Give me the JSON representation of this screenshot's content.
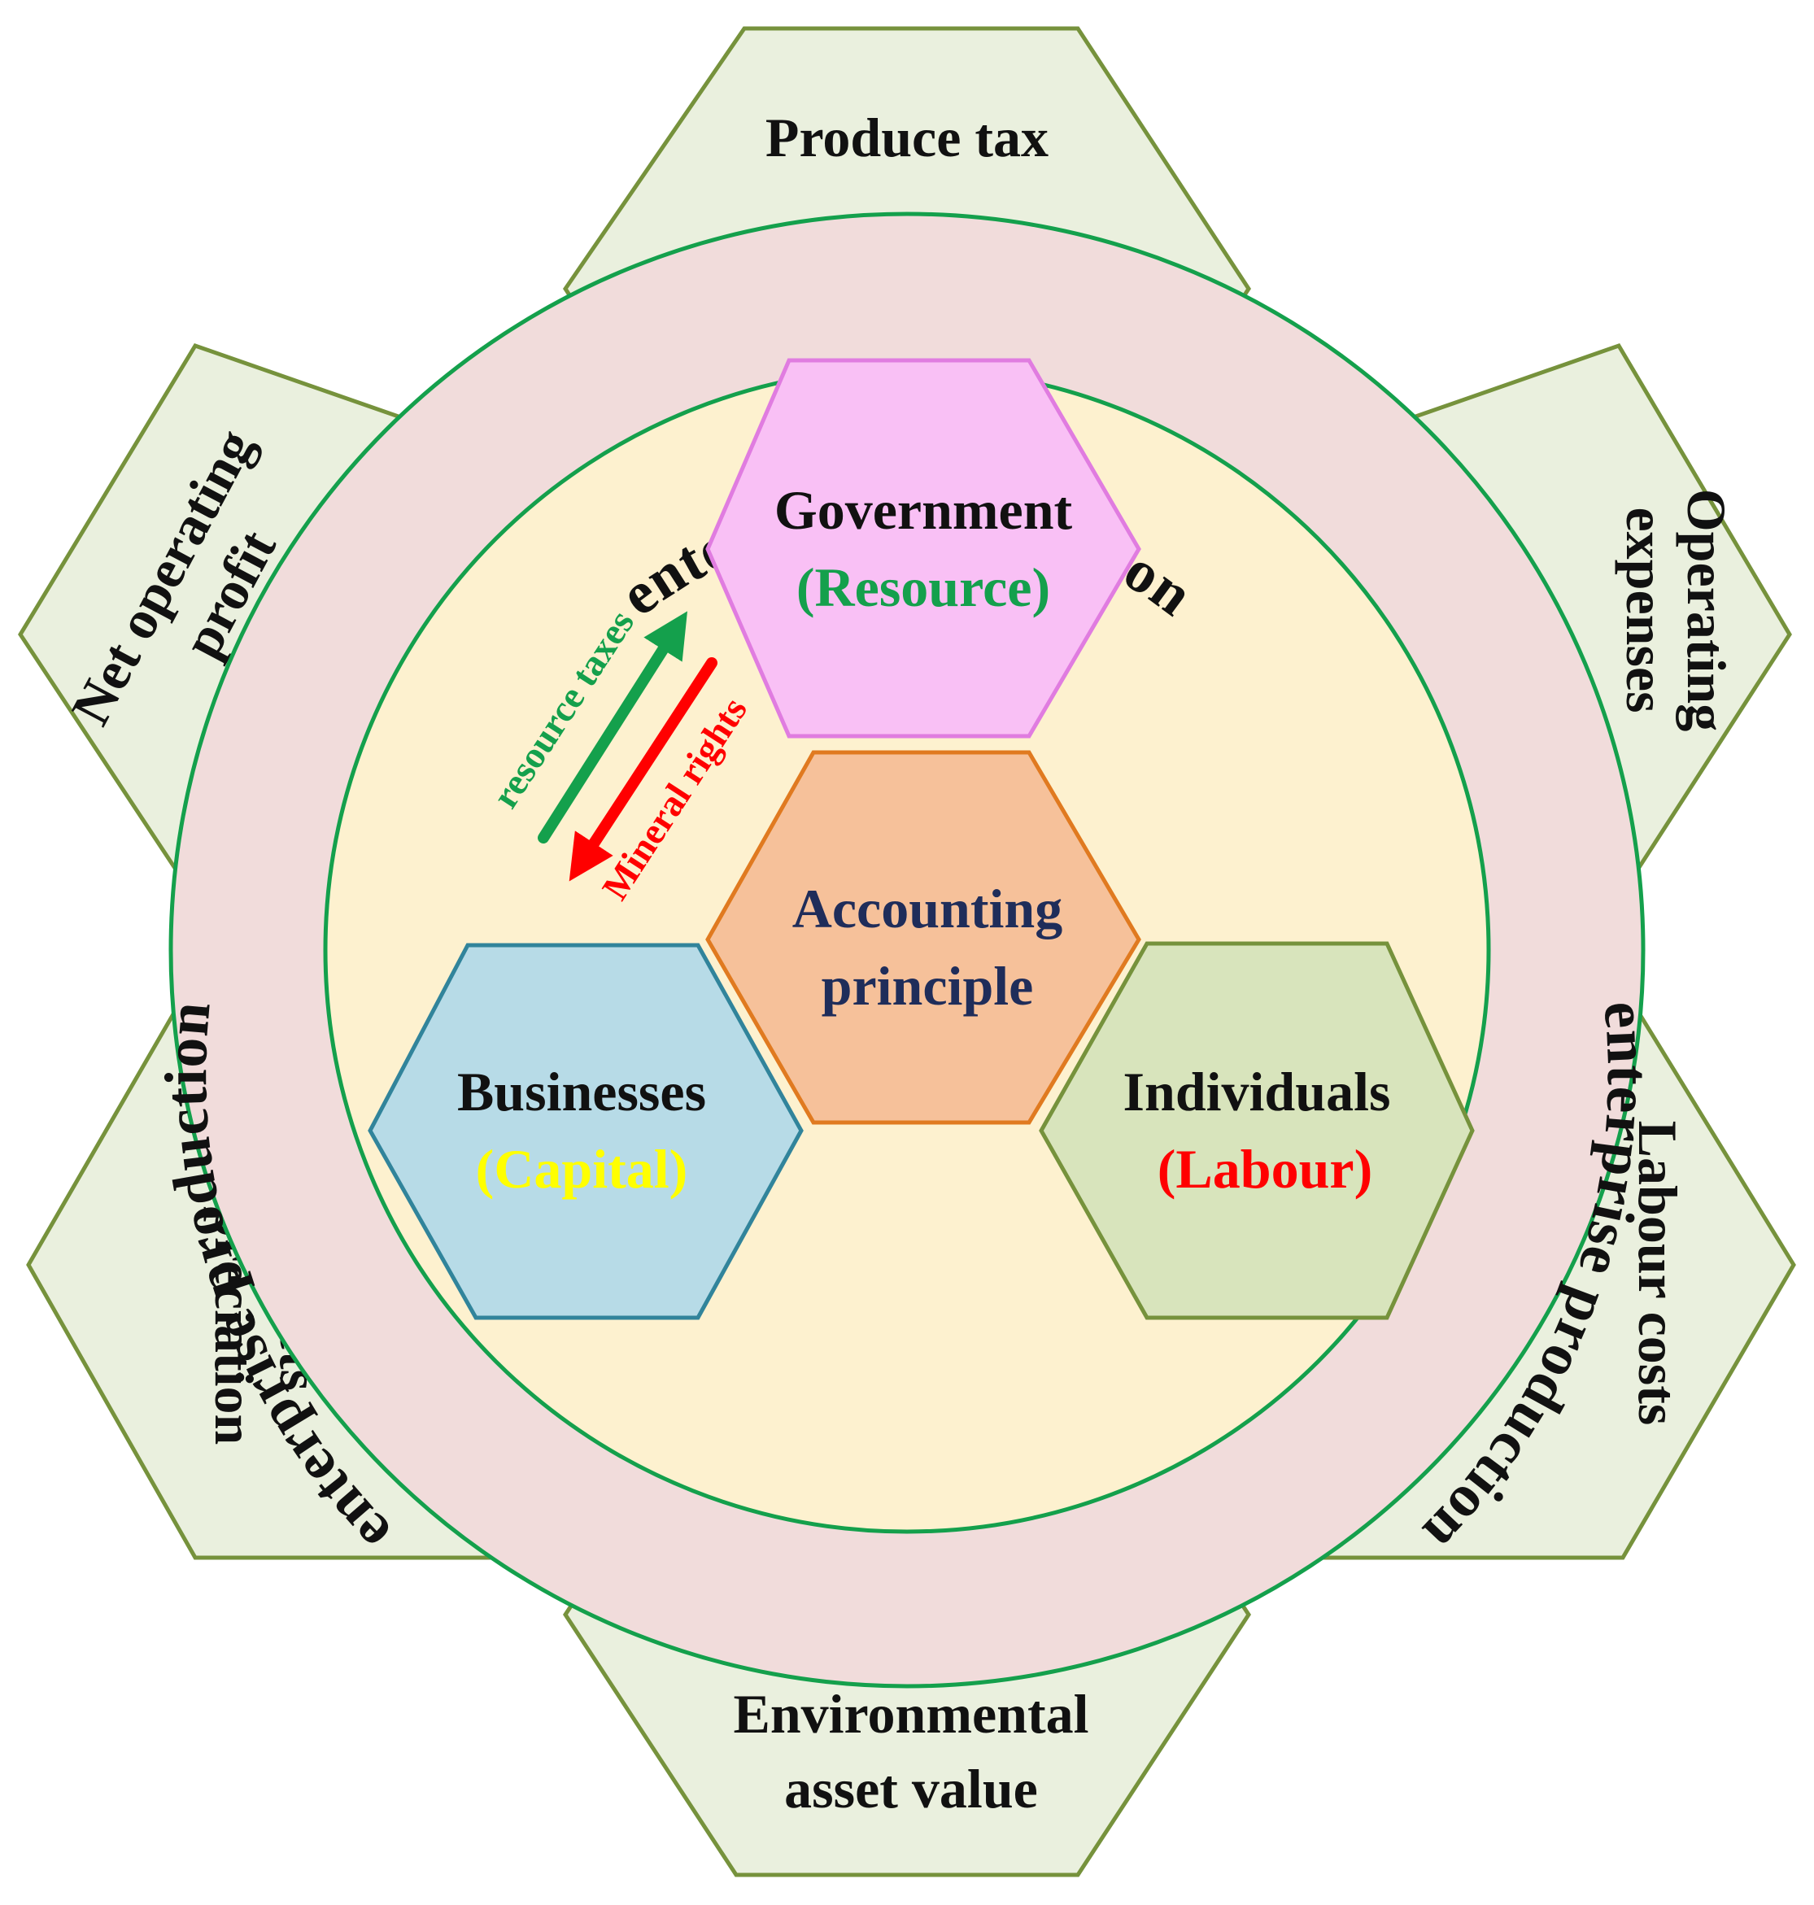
{
  "outer_hexagons": {
    "top": {
      "lines": [
        "Produce tax"
      ]
    },
    "upper_right": {
      "lines": [
        "Operating",
        "expenses"
      ]
    },
    "lower_right": {
      "lines": [
        "Labour costs"
      ]
    },
    "bottom": {
      "lines": [
        "Environmental",
        "asset value"
      ]
    },
    "lower_left": {
      "lines": [
        "Depreciation",
        "of assets"
      ]
    },
    "upper_left": {
      "lines": [
        "Net operating",
        "profit"
      ]
    }
  },
  "ring": {
    "top_label": "enterprise production",
    "left_label": "enterprise production",
    "right_label": "enterprise production"
  },
  "inner_hexagons": {
    "government": {
      "title": "Government",
      "subtitle": "(Resource)"
    },
    "center": {
      "line1": "Accounting",
      "line2": "principle"
    },
    "businesses": {
      "title": "Businesses",
      "subtitle": "(Capital)"
    },
    "individuals": {
      "title": "Individuals",
      "subtitle": "(Labour)"
    }
  },
  "arrows": {
    "up_label": "resource taxes",
    "down_label": "Mineral rights"
  },
  "colors": {
    "outer_hex_fill": "#eaf0de",
    "outer_hex_stroke": "#76923c",
    "ring_fill": "#f1dcdb",
    "ring_stroke": "#14a04c",
    "inner_fill": "#fdf1cf",
    "government_fill": "#f9c0f5",
    "government_stroke": "#e07ce0",
    "center_fill": "#f6c19a",
    "center_stroke": "#e07a20",
    "businesses_fill": "#b7dbe7",
    "businesses_stroke": "#31849b",
    "individuals_fill": "#d8e4bc",
    "individuals_stroke": "#76923c",
    "resource_text": "#14a04c",
    "capital_text": "#ffff00",
    "labour_text": "#ff0000",
    "center_text": "#1f2d5a",
    "up_arrow": "#14a04c",
    "down_arrow": "#ff0000"
  }
}
